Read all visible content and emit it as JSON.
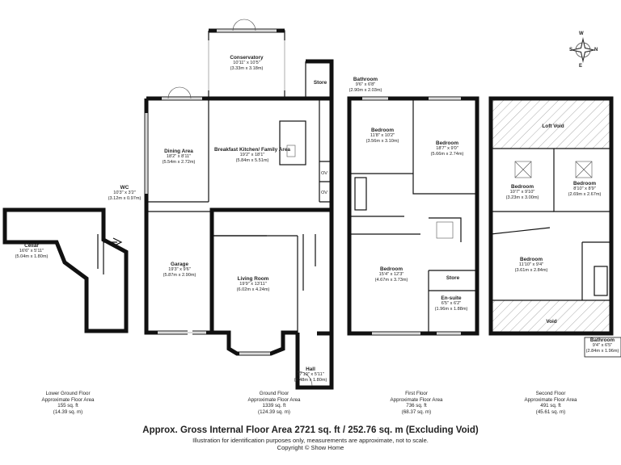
{
  "rooms": {
    "cellar": {
      "name": "Cellar",
      "imperial": "16'6\" x 5'11\"",
      "metric": "(5.04m x 1.80m)"
    },
    "wc": {
      "name": "WC",
      "imperial": "10'3\" x 3'2\"",
      "metric": "(3.12m x 0.97m)"
    },
    "garage": {
      "name": "Garage",
      "imperial": "19'3\" x 9'6\"",
      "metric": "(5.87m x 2.90m)"
    },
    "dining": {
      "name": "Dining Area",
      "imperial": "18'2\" x 8'11\"",
      "metric": "(5.54m x 2.72m)"
    },
    "conservatory": {
      "name": "Conservatory",
      "imperial": "10'11\" x 10'5\"",
      "metric": "(3.33m x 3.18m)"
    },
    "store_ground": {
      "name": "Store"
    },
    "kitchen": {
      "name": "Breakfast Kitchen/ Family Area",
      "imperial": "19'2\" x 18'1\"",
      "metric": "(5.84m x 5.51m)"
    },
    "living": {
      "name": "Living Room",
      "imperial": "19'9\" x 13'11\"",
      "metric": "(6.02m x 4.24m)"
    },
    "hall": {
      "name": "Hall",
      "imperial": "27'10\" x 5'11\"",
      "metric": "(8.48m x 1.80m)"
    },
    "bathroom_first": {
      "name": "Bathroom",
      "imperial": "9'6\" x 6'8\"",
      "metric": "(2.90m x 2.03m)"
    },
    "bedroom_f1": {
      "name": "Bedroom",
      "imperial": "11'8\" x 10'2\"",
      "metric": "(3.56m x 3.10m)"
    },
    "bedroom_f2": {
      "name": "Bedroom",
      "imperial": "18'7\" x 9'0\"",
      "metric": "(5.66m x 2.74m)"
    },
    "bedroom_f3": {
      "name": "Bedroom",
      "imperial": "15'4\" x 12'3\"",
      "metric": "(4.67m x 3.73m)"
    },
    "store_first": {
      "name": "Store"
    },
    "ensuite": {
      "name": "En-suite",
      "imperial": "6'5\" x 6'2\"",
      "metric": "(1.96m x 1.88m)"
    },
    "loft_void": {
      "name": "Loft Void"
    },
    "bedroom_s1": {
      "name": "Bedroom",
      "imperial": "10'7\" x 9'10\"",
      "metric": "(3.23m x 3.00m)"
    },
    "bedroom_s2": {
      "name": "Bedroom",
      "imperial": "8'10\" x 8'9\"",
      "metric": "(2.69m x 2.67m)"
    },
    "bedroom_s3": {
      "name": "Bedroom",
      "imperial": "11'10\" x 9'4\"",
      "metric": "(3.61m x 2.84m)"
    },
    "void": {
      "name": "Void"
    },
    "bathroom_second": {
      "name": "Bathroom",
      "imperial": "9'4\" x 6'5\"",
      "metric": "(2.84m x 1.96m)"
    }
  },
  "symbols": {
    "ov1": "OV",
    "ov2": "OV"
  },
  "floors": [
    {
      "name": "Lower Ground Floor",
      "area_label": "Approximate Floor Area",
      "sqft": "155 sq. ft",
      "sqm": "(14.39 sq. m)"
    },
    {
      "name": "Ground Floor",
      "area_label": "Approximate Floor Area",
      "sqft": "1339 sq. ft",
      "sqm": "(124.39 sq. m)"
    },
    {
      "name": "First Floor",
      "area_label": "Approximate Floor Area",
      "sqft": "736 sq. ft",
      "sqm": "(68.37 sq. m)"
    },
    {
      "name": "Second Floor",
      "area_label": "Approximate Floor Area",
      "sqft": "491 sq. ft",
      "sqm": "(45.61 sq. m)"
    }
  ],
  "total": "Approx. Gross Internal Floor Area 2721 sq. ft / 252.76 sq. m (Excluding Void)",
  "disclaimer": "Illustration for identification purposes only, measurements are approximate, not to scale.",
  "copyright": "Copyright © Show Home",
  "compass": {
    "n": "N",
    "s": "S",
    "e": "E",
    "w": "W",
    "icon": "compass-rose-icon"
  }
}
